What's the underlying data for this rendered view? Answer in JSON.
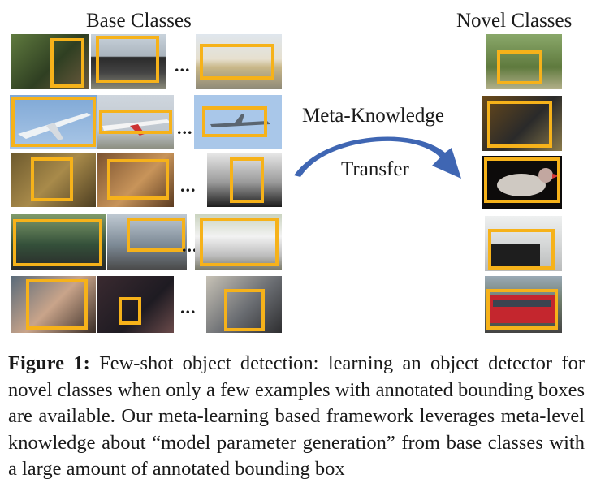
{
  "figure": {
    "base_classes_title": "Base Classes",
    "novel_classes_title": "Novel Classes",
    "arrow_top_label": "Meta-Knowledge",
    "arrow_bottom_label": "Transfer",
    "ellipsis": "...",
    "box_color": "#f6b21a",
    "arrow_color": "#3f66b3"
  },
  "caption": {
    "label": "Figure 1:",
    "text": " Few-shot object detection: learning an object detector for novel classes when only a few examples with annotated bounding boxes are available. Our meta-learning based framework leverages meta-level knowledge about “model parameter generation” from base classes with a large amount of annotated bounding box"
  }
}
